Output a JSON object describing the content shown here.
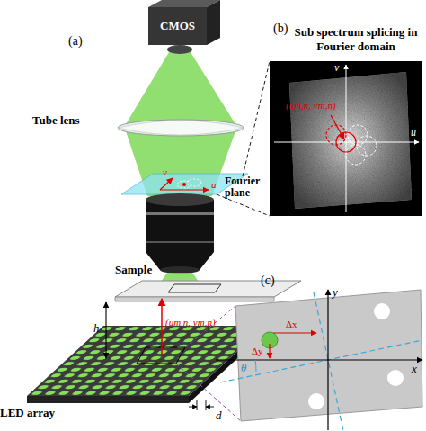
{
  "diagram": {
    "nodes": [
      {
        "text": [
          "CMOS"
        ]
      },
      {
        "text": [
          "Sub spectrum splicing in Fourier domain"
        ]
      }
    ],
    "labels": [
      "(a)",
      "Tube lens",
      "u",
      "v",
      "Fourier plane",
      "Sample",
      "h",
      "(um,n, vm,n)",
      "LED array",
      "d",
      "(b)",
      "v",
      "u",
      "(um,n, vm,n)",
      "(c)",
      "y",
      "x",
      "θ",
      "Δx",
      "Δy"
    ]
  }
}
